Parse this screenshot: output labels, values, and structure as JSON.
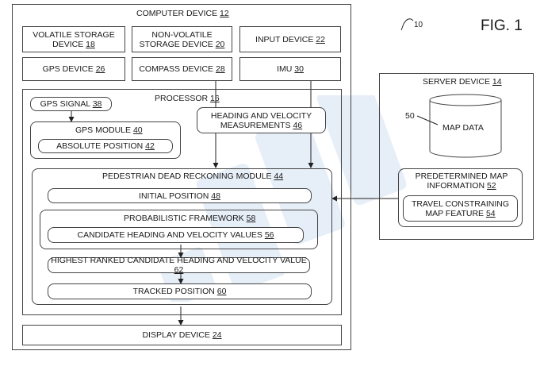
{
  "figure": {
    "label": "FIG. 1",
    "ref": "10"
  },
  "computer": {
    "title": "COMPUTER DEVICE",
    "ref": "12",
    "volatile": {
      "label": "VOLATILE STORAGE DEVICE",
      "ref": "18"
    },
    "nonvolatile": {
      "label": "NON-VOLATILE STORAGE DEVICE",
      "ref": "20"
    },
    "input": {
      "label": "INPUT DEVICE",
      "ref": "22"
    },
    "gps": {
      "label": "GPS DEVICE",
      "ref": "26"
    },
    "compass": {
      "label": "COMPASS DEVICE",
      "ref": "28"
    },
    "imu": {
      "label": "IMU",
      "ref": "30"
    },
    "display": {
      "label": "DISPLAY DEVICE",
      "ref": "24"
    }
  },
  "processor": {
    "title": "PROCESSOR",
    "ref": "16",
    "gps_signal": {
      "label": "GPS SIGNAL",
      "ref": "38"
    },
    "gps_module": {
      "label": "GPS MODULE",
      "ref": "40"
    },
    "absolute_position": {
      "label": "ABSOLUTE POSITION",
      "ref": "42"
    },
    "measurements": {
      "label": "HEADING AND VELOCITY MEASUREMENTS",
      "ref": "46"
    },
    "pdr": {
      "title": "PEDESTRIAN DEAD RECKONING MODULE",
      "ref": "44",
      "initial_position": {
        "label": "INITIAL POSITION",
        "ref": "48"
      },
      "framework": {
        "label": "PROBABILISTIC FRAMEWORK",
        "ref": "58"
      },
      "candidates": {
        "label": "CANDIDATE HEADING AND VELOCITY VALUES",
        "ref": "56"
      },
      "highest": {
        "label": "HIGHEST RANKED CANDIDATE HEADING AND VELOCITY VALUE",
        "ref": "62"
      },
      "tracked": {
        "label": "TRACKED POSITION",
        "ref": "60"
      }
    }
  },
  "server": {
    "title": "SERVER DEVICE",
    "ref": "14",
    "map_data": {
      "label": "MAP DATA",
      "ref": "50"
    },
    "map_info": {
      "label": "PREDETERMINED MAP INFORMATION",
      "ref": "52"
    },
    "constraining": {
      "label": "TRAVEL CONSTRAINING MAP FEATURE",
      "ref": "54"
    }
  },
  "colors": {
    "line": "#444444",
    "watermark": "#c9daf0"
  }
}
